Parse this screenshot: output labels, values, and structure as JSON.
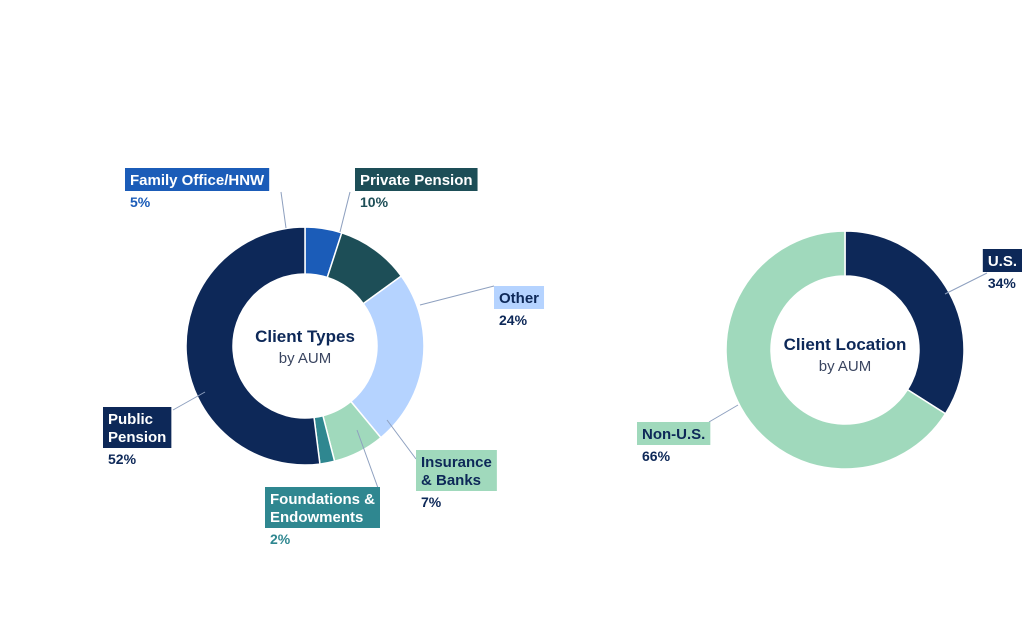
{
  "chart_data": [
    {
      "type": "pie",
      "title": "Client Types",
      "subtitle": "by AUM",
      "slices": [
        {
          "label": "Family Office/HNW",
          "label_lines": [
            "Family Office/HNW"
          ],
          "pct_text": "5%",
          "value": 5,
          "color": "#1b5cb8",
          "label_bg": "#1b5cb8",
          "label_fg": "#ffffff",
          "pct_color": "#1b5cb8"
        },
        {
          "label": "Private Pension",
          "label_lines": [
            "Private Pension"
          ],
          "pct_text": "10%",
          "value": 10,
          "color": "#1d4e57",
          "label_bg": "#1d4e57",
          "label_fg": "#ffffff",
          "pct_color": "#1d4e57"
        },
        {
          "label": "Other",
          "label_lines": [
            "Other"
          ],
          "pct_text": "24%",
          "value": 24,
          "color": "#b5d3ff",
          "label_bg": "#b5d3ff",
          "label_fg": "#0d2858",
          "pct_color": "#0d2858"
        },
        {
          "label": "Insurance & Banks",
          "label_lines": [
            "Insurance",
            "& Banks"
          ],
          "pct_text": "7%",
          "value": 7,
          "color": "#a0d9bc",
          "label_bg": "#a0d9bc",
          "label_fg": "#0d2858",
          "pct_color": "#0d2858"
        },
        {
          "label": "Foundations & Endowments",
          "label_lines": [
            "Foundations &",
            "Endowments"
          ],
          "pct_text": "2%",
          "value": 2,
          "color": "#2f8790",
          "label_bg": "#2f8790",
          "label_fg": "#ffffff",
          "pct_color": "#2f8790"
        },
        {
          "label": "Public Pension",
          "label_lines": [
            "Public",
            "Pension"
          ],
          "pct_text": "52%",
          "value": 52,
          "color": "#0d2858",
          "label_bg": "#0d2858",
          "label_fg": "#ffffff",
          "pct_color": "#0d2858"
        }
      ]
    },
    {
      "type": "pie",
      "title": "Client Location",
      "subtitle": "by AUM",
      "slices": [
        {
          "label": "U.S.",
          "label_lines": [
            "U.S."
          ],
          "pct_text": "34%",
          "value": 34,
          "color": "#0d2858",
          "label_bg": "#0d2858",
          "label_fg": "#ffffff",
          "pct_color": "#0d2858"
        },
        {
          "label": "Non-U.S.",
          "label_lines": [
            "Non-U.S."
          ],
          "pct_text": "66%",
          "value": 66,
          "color": "#a0d9bc",
          "label_bg": "#a0d9bc",
          "label_fg": "#0d2858",
          "pct_color": "#0d2858"
        }
      ]
    }
  ]
}
